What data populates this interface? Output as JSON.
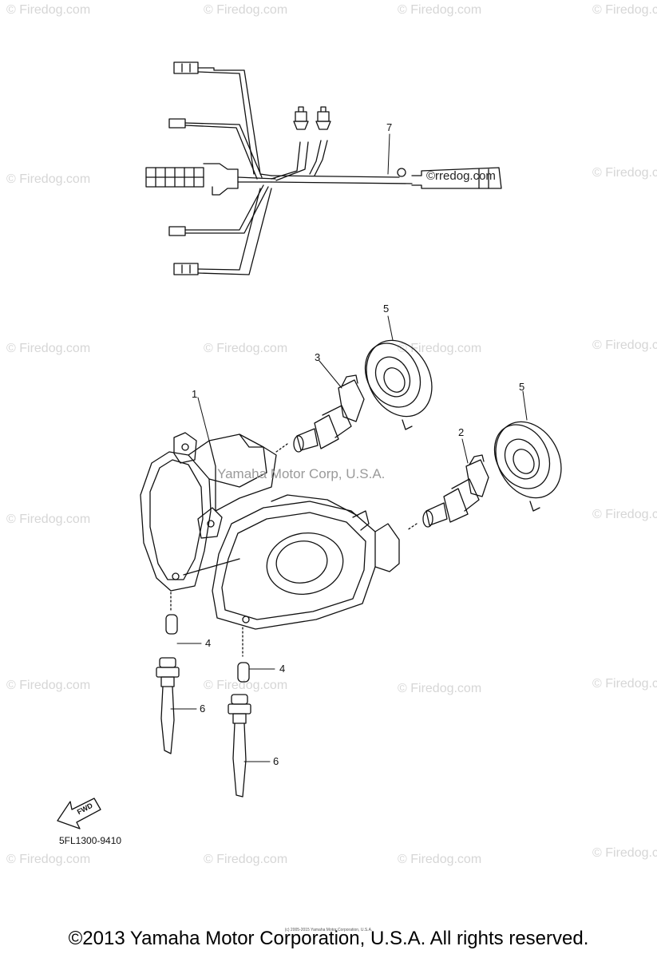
{
  "watermark": "© Firedog.com",
  "harness_stamp": "©rredog.com",
  "center_mark": "Yamaha Motor Corp, U.S.A.",
  "callouts": [
    "1",
    "2",
    "3",
    "4",
    "4",
    "5",
    "5",
    "6",
    "6",
    "7"
  ],
  "fwd_label": "FWD",
  "diagram_code": "5FL1300-9410",
  "tiny_credit": "(c) 2005-2015 Yamaha Motor Corporation, U.S.A.",
  "copyright": "©2013 Yamaha Motor Corporation, U.S.A. All rights reserved."
}
